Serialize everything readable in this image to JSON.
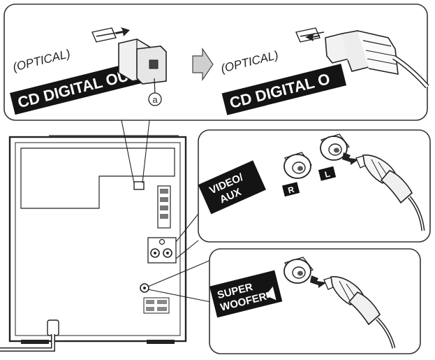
{
  "optical_panel": {
    "before": {
      "optical_label": "(OPTICAL)",
      "port_label": "CD DIGITAL OU"
    },
    "after": {
      "optical_label": "(OPTICAL)",
      "port_label": "CD DIGITAL O"
    },
    "callout_letter": "a"
  },
  "video_aux_panel": {
    "label_line1": "VIDEO/",
    "label_line2": "AUX",
    "jack_right_label": "R",
    "jack_left_label": "L"
  },
  "subwoofer_panel": {
    "label_line1": "SUPER",
    "label_line2": "WOOFER"
  }
}
